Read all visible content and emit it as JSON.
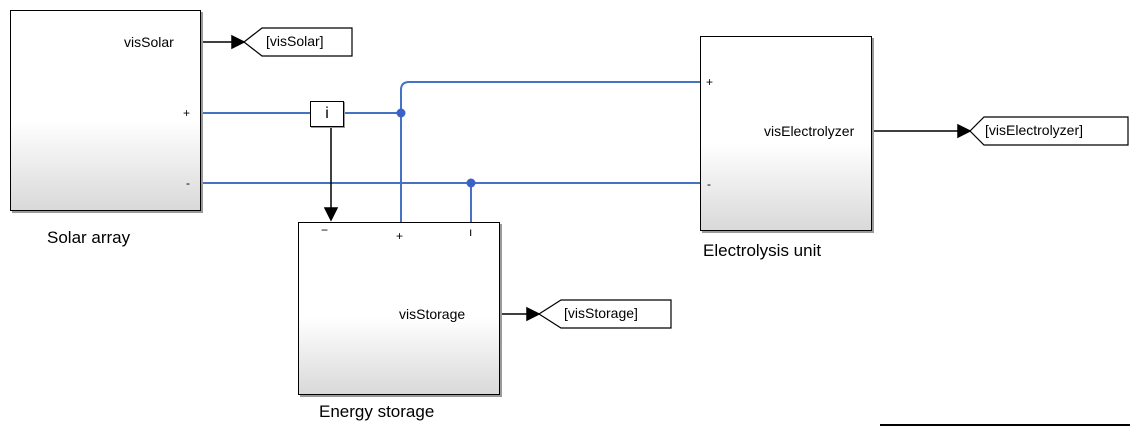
{
  "blocks": {
    "solar_array": {
      "label": "Solar array",
      "out_port": "visSolar",
      "port_plus": "+",
      "port_minus": "-"
    },
    "energy_storage": {
      "label": "Energy storage",
      "out_port": "visStorage",
      "port_minus": "−",
      "port_plus": "+",
      "port_i": "ı"
    },
    "electrolysis_unit": {
      "label": "Electrolysis unit",
      "out_port": "visElectrolyzer",
      "port_plus": "+",
      "port_minus": "-"
    }
  },
  "goto_tags": {
    "solar": "[visSolar]",
    "storage": "[visStorage]",
    "electrolyzer": "[visElectrolyzer]"
  },
  "current_sensor": {
    "label": "i"
  },
  "colors": {
    "physical_connection": "#4472c4",
    "signal": "#000000",
    "junction": "#3a62c8"
  }
}
